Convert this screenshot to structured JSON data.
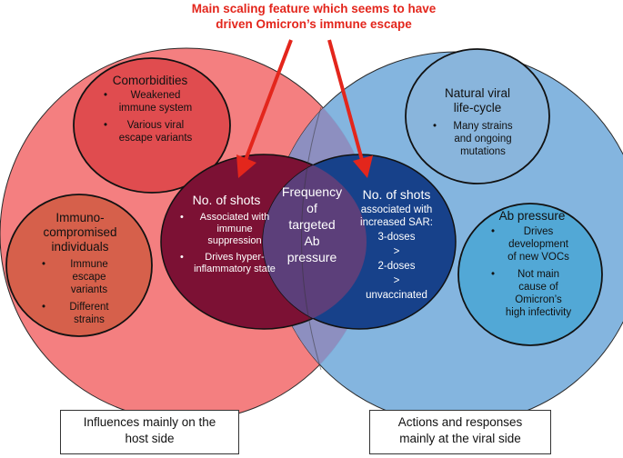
{
  "header": {
    "line1": "Main scaling feature which seems to have",
    "line2": "driven Omicron’s immune escape"
  },
  "comorbidities": {
    "title": "Comorbidities",
    "items": [
      "Weakened immune system",
      "Various viral escape variants"
    ]
  },
  "immunocompromised": {
    "title_line1": "Immuno-",
    "title_line2": "compromised",
    "title_line3": "individuals",
    "items": [
      "Immune escape variants",
      "Different strains"
    ]
  },
  "shots_host": {
    "title": "No. of shots",
    "items": [
      "Associated with immune suppression",
      "Drives hyper-inflammatory state"
    ]
  },
  "center": {
    "line1": "Frequency",
    "line2": "of",
    "line3": "targeted",
    "line4": "Ab",
    "line5": "pressure"
  },
  "shots_viral": {
    "title": "No. of shots",
    "line1": "associated with",
    "line2": "increased SAR:",
    "line3": "3-doses",
    "line4": ">",
    "line5": "2-doses",
    "line6": ">",
    "line7": "unvaccinated"
  },
  "natural_cycle": {
    "title_line1": "Natural viral",
    "title_line2": "life-cycle",
    "items": [
      "Many strains and ongoing mutations"
    ]
  },
  "ab_pressure": {
    "title": "Ab pressure",
    "items": [
      "Drives development of new VOCs",
      "Not main cause of Omicron’s high infectivity"
    ]
  },
  "footer": {
    "host_line1": "Influences mainly on the",
    "host_line2": "host side",
    "viral_line1": "Actions and responses",
    "viral_line2": "mainly at the viral side"
  },
  "colors": {
    "host_circle": "#f47f80",
    "viral_circle": "#7fb2de",
    "comorbidities": "#e04c4f",
    "immunocompromised": "#d6604b",
    "shots_host": "#7c1134",
    "shots_viral": "#17418a",
    "overlap": "#5c3f7a",
    "natural_cycle": "#89b5dc",
    "ab_pressure": "#52a8d6",
    "arrow": "#e3261c"
  }
}
